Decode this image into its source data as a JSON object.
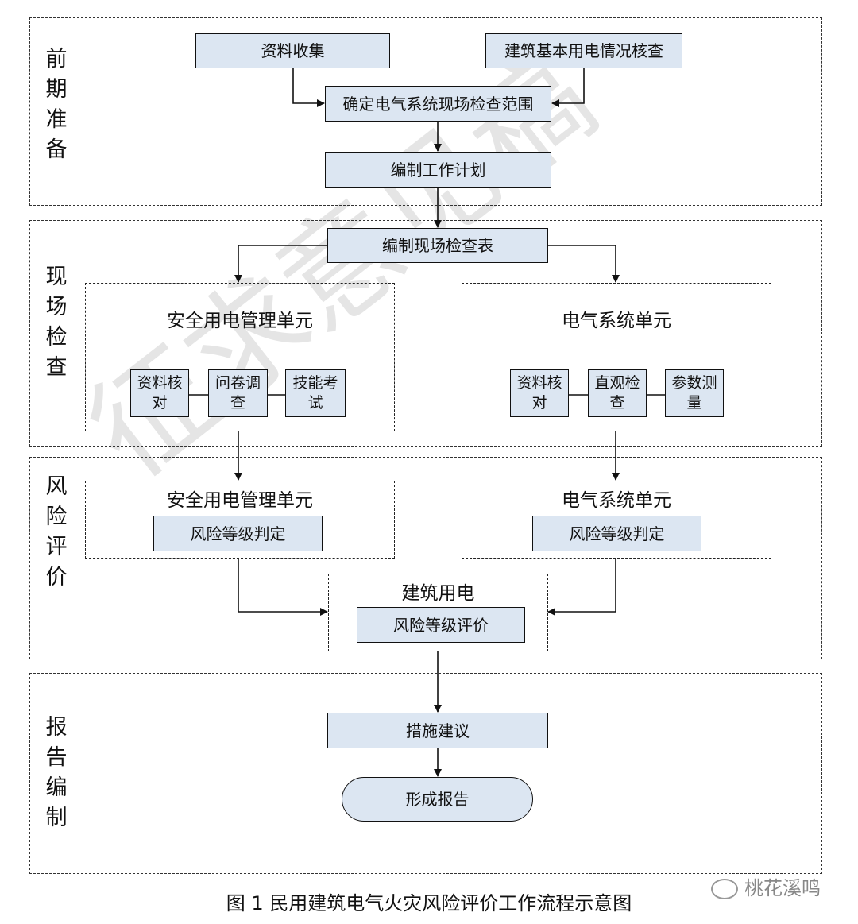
{
  "phases": {
    "prep": "前期准备",
    "site": "现场检查",
    "risk": "风险评价",
    "report": "报告编制"
  },
  "prep": {
    "collect": "资料收集",
    "power_check": "建筑基本用电情况核查",
    "scope": "确定电气系统现场检查范围",
    "plan": "编制工作计划"
  },
  "site": {
    "checklist": "编制现场检查表",
    "safety_unit": {
      "title": "安全用电管理单元",
      "items": [
        "资料核对",
        "问卷调查",
        "技能考试"
      ]
    },
    "electrical_unit": {
      "title": "电气系统单元",
      "items": [
        "资料核对",
        "直观检查",
        "参数测量"
      ]
    }
  },
  "risk": {
    "safety_unit": {
      "title": "安全用电管理单元",
      "box": "风险等级判定"
    },
    "electrical_unit": {
      "title": "电气系统单元",
      "box": "风险等级判定"
    },
    "building": {
      "title": "建筑用电",
      "box": "风险等级评价"
    }
  },
  "report": {
    "measures": "措施建议",
    "final": "形成报告"
  },
  "caption": "图 1  民用建筑电气火灾风险评价工作流程示意图",
  "wechat_label": "桃花溪鸣",
  "watermark": "征求意见稿"
}
